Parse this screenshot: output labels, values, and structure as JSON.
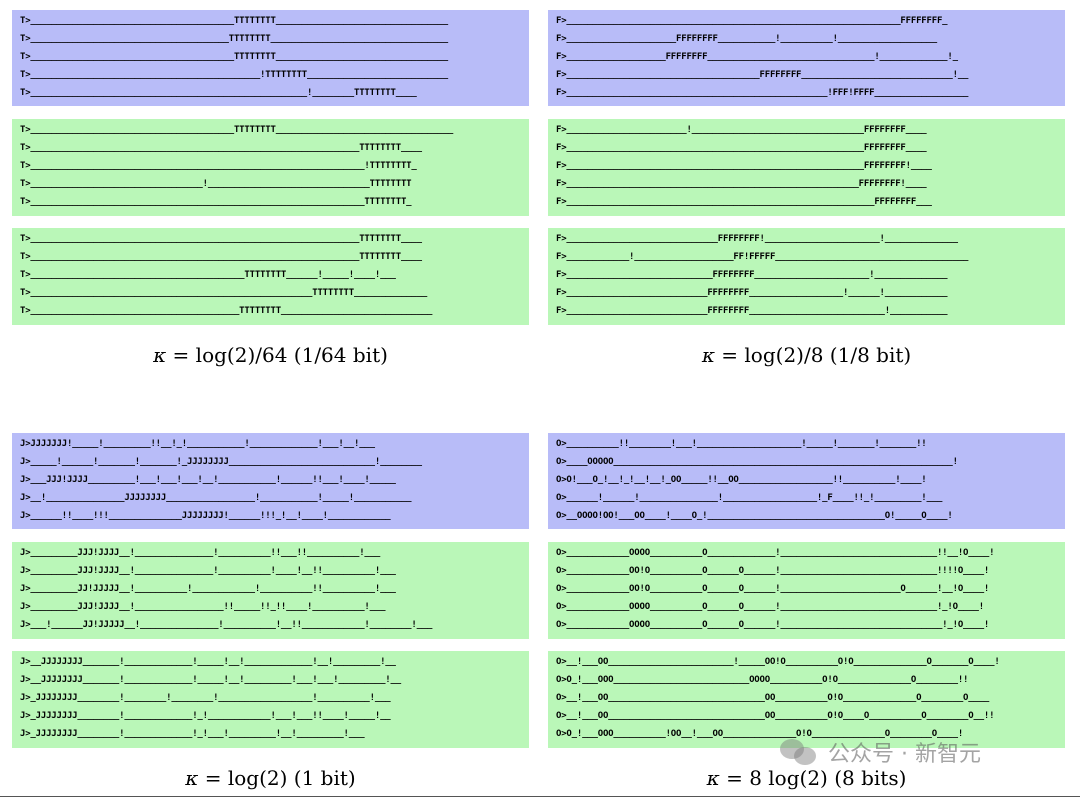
{
  "panels": [
    {
      "id": "top-left",
      "caption": {
        "kappa": "κ",
        "rest": " = log(2)/64 (1/64 bit)"
      },
      "blocks": [
        {
          "color": "blue",
          "lines": [
            "T>_______________________________________TTTTTTTT_________________________________",
            "T>______________________________________TTTTTTTT__________________________________",
            "T>_______________________________________TTTTTTTT_________________________________",
            "T>____________________________________________!TTTTTTTT___________________________",
            "T>_____________________________________________________!________TTTTTTTT____"
          ]
        },
        {
          "color": "green",
          "lines": [
            "T>_______________________________________TTTTTTTT__________________________________",
            "T>_______________________________________________________________TTTTTTTT____",
            "T>________________________________________________________________!TTTTTTTT_",
            "T>_________________________________!_______________________________TTTTTTTT",
            "T>________________________________________________________________TTTTTTTT_"
          ]
        },
        {
          "color": "green",
          "lines": [
            "T>_______________________________________________________________TTTTTTTT____",
            "T>_______________________________________________________________TTTTTTTT____",
            "T>_________________________________________TTTTTTTT______!_____!____!___",
            "T>______________________________________________________TTTTTTTT______________",
            "T>________________________________________TTTTTTTT_____________________________"
          ]
        }
      ]
    },
    {
      "id": "top-right",
      "caption": {
        "kappa": "κ",
        "rest": " = log(2)/8 (1/8 bit)"
      },
      "blocks": [
        {
          "color": "blue",
          "lines": [
            "F>________________________________________________________________FFFFFFFF_",
            "F>_____________________FFFFFFFF___________!__________!___________________",
            "F>___________________FFFFFFFF________________________________!_____________!_",
            "F>_____________________________________FFFFFFFF_____________________________!__",
            "F>__________________________________________________!FFF!FFFF__________________"
          ]
        },
        {
          "color": "green",
          "lines": [
            "F>_______________________!_________________________________FFFFFFFF____",
            "F>_________________________________________________________FFFFFFFF____",
            "F>_________________________________________________________FFFFFFFF!____",
            "F>________________________________________________________FFFFFFFF!____",
            "F>___________________________________________________________FFFFFFFF___"
          ]
        },
        {
          "color": "green",
          "lines": [
            "F>_____________________________FFFFFFFF!______________________!______________",
            "F>____________!___________________FF!FFFFF_____________________________________",
            "F>____________________________FFFFFFFF______________________!______________",
            "F>___________________________FFFFFFFF__________________!______!____________",
            "F>___________________________FFFFFFFF__________________________!___________"
          ]
        }
      ]
    },
    {
      "id": "bottom-left",
      "caption": {
        "kappa": "κ",
        "rest": " = log(2) (1 bit)"
      },
      "blocks": [
        {
          "color": "blue",
          "lines": [
            "J>JJJJJJJ!_____!_________!!__!_!___________!_____________!___!__!___",
            "J>_____!______!_______!_______!_JJJJJJJJ____________________________!________",
            "J>___JJJ!JJJJ_________!___!___!___!__!___________!______!!___!____!_____",
            "J>__!_______________JJJJJJJJ_________________!___________!_____!___________",
            "J>______!!____!!!______________JJJJJJJJ!______!!!_!__!____!____________"
          ]
        },
        {
          "color": "green",
          "lines": [
            "J>_________JJJ!JJJJ__!_______________!__________!!___!!__________!___",
            "J>_________JJJ!JJJJ__!_______________!__________!____!__!!__________!___",
            "J>_________JJ!JJJJJ__!__________!____________!__________!!__________!___",
            "J>_________JJJ!JJJJ__!_________________!!_____!!_!!____!__________!___",
            "J>___!______JJ!JJJJJ__!_______________!__________!__!!____________!________!___"
          ]
        },
        {
          "color": "green",
          "lines": [
            "J>__JJJJJJJJ_______!_____________!_____!__!_____________!__!_________!__",
            "J>__JJJJJJJJ_______!_____________!_____!__!_________!___!___!_________!__",
            "J>_JJJJJJJJ________!________!________!__________________!__________!___",
            "J>_JJJJJJJJ________!_____________!_!____________!___!___!!____!_____!__",
            "J>_JJJJJJJJ________!_____________!_!___!_________!__!_________!___"
          ]
        }
      ]
    },
    {
      "id": "bottom-right",
      "caption": {
        "kappa": "κ",
        "rest": " = 8 log(2) (8 bits)"
      },
      "blocks": [
        {
          "color": "blue",
          "lines": [
            "O>__________!!________!___!____________________!_____!_______!_______!!",
            "O>____OOOOO_________________________________________________________________!",
            "O>O!___O_!__!_!__!__!_OO_____!!__OO__________________!!__________!____!",
            "O>______!______!_______________!__________________!_F____!!_!_________!___",
            "O>__OOOO!OO!___OO____!____O_!__________________________________O!_____O____!"
          ]
        },
        {
          "color": "green",
          "lines": [
            "O>____________OOOO__________O_____________!______________________________!!__!O____!",
            "O>____________OO!O__________O______O______!______________________________!!!!O____!",
            "O>____________OO!O__________O______O______!_______________________O______!__!O____!",
            "O>____________OOOO__________O______O______!______________________________!_!O____!",
            "O>____________OOOO__________O______O______!_______________________________!_!O____!"
          ]
        },
        {
          "color": "green",
          "lines": [
            "O>__!___OO________________________!_____OO!O__________O!O______________O_______O____!",
            "O>O_!___OOO__________________________OOOO__________O!O______________O________!!",
            "O>__!___OO______________________________OO__________O!O______________O________O____",
            "O>__!___OO______________________________OO__________O!O____O__________O________O__!!",
            "O>O_!___OOO__________!OO__!___OO______________O!O______________O________O____!"
          ]
        }
      ]
    }
  ],
  "watermark": {
    "icon": "wechat-icon",
    "text": "公众号 · 新智元"
  }
}
